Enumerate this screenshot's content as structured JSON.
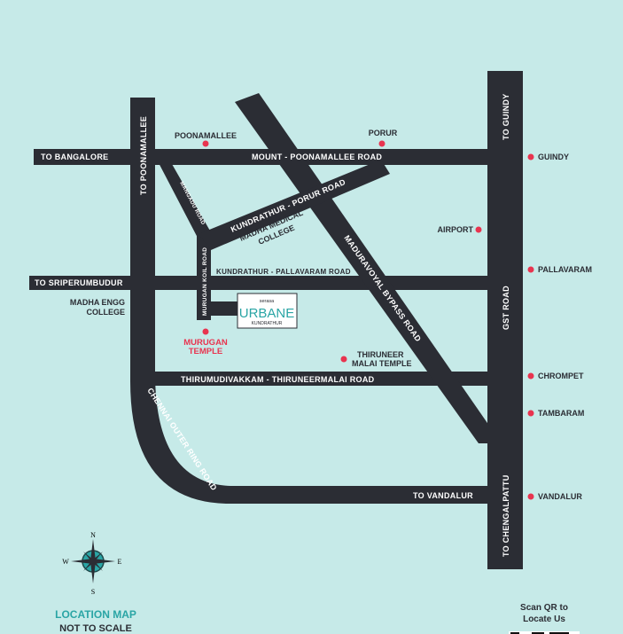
{
  "map": {
    "roads": {
      "to_bangalore": "TO BANGALORE",
      "mount_poonamallee": "MOUNT - POONAMALLEE ROAD",
      "to_poonamallee": "TO POONAMALLEE",
      "to_guindy": "TO GUINDY",
      "gst_road": "GST ROAD",
      "to_chengalpattu": "TO CHENGALPATTU",
      "to_sriperumbudur": "TO SRIPERUMBUDUR",
      "kundrathur_pallavaram": "KUNDRATHUR - PALLAVARAM ROAD",
      "kundrathur_porur": "KUNDRATHUR - PORUR ROAD",
      "mangadu": "MANGADU ROAD",
      "murugan_koil": "MURUGAN KOIL ROAD",
      "maduravoyal": "MADURAVOYAL BYPASS ROAD",
      "thirumudivakkam": "THIRUMUDIVAKKAM - THIRUNEERMALAI ROAD",
      "outer_ring": "CHENNAI OUTER RING ROAD",
      "to_vandalur": "TO VANDALUR"
    },
    "places": {
      "poonamallee": "POONAMALLEE",
      "porur": "PORUR",
      "madha_medical_1": "MADHA MEDICAL",
      "madha_medical_2": "COLLEGE",
      "airport": "AIRPORT",
      "madha_engg_1": "MADHA ENGG",
      "madha_engg_2": "COLLEGE",
      "murugan_1": "MURUGAN",
      "murugan_2": "TEMPLE",
      "thiruneer_1": "THIRUNEER",
      "thiruneer_2": "MALAI TEMPLE",
      "guindy": "GUINDY",
      "pallavaram": "PALLAVARAM",
      "chrompet": "CHROMPET",
      "tambaram": "TAMBARAM",
      "vandalur": "VANDALUR"
    },
    "project": {
      "brand": "serasa",
      "name": "URBANE",
      "location": "KUNDRATHUR"
    },
    "compass": {
      "n": "N",
      "s": "S",
      "e": "E",
      "w": "W"
    },
    "legend": {
      "title": "LOCATION MAP",
      "subtitle": "NOT TO SCALE"
    },
    "qr": {
      "line1": "Scan QR to",
      "line2": "Locate Us"
    },
    "colors": {
      "road": "#2b2d34",
      "accent": "#2aa5a5",
      "marker": "#e8344f",
      "background": "#c6eae8"
    }
  }
}
